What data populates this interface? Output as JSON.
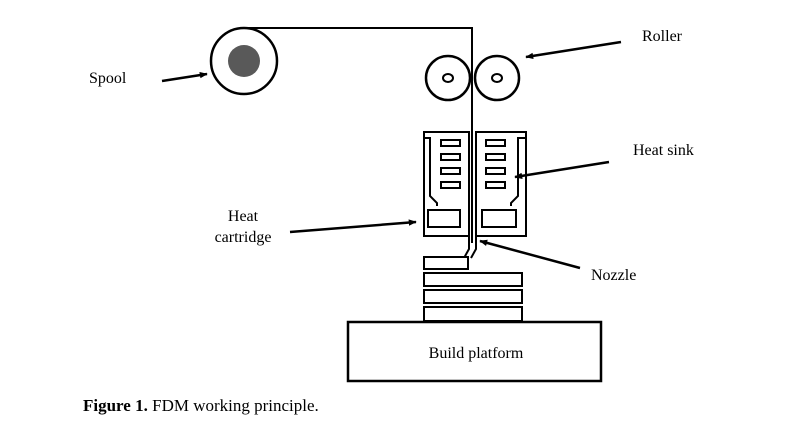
{
  "labels": {
    "spool": "Spool",
    "roller": "Roller",
    "heat_sink": "Heat sink",
    "heat_cartridge_line1": "Heat",
    "heat_cartridge_line2": "cartridge",
    "nozzle": "Nozzle",
    "build_platform": "Build platform"
  },
  "caption": {
    "prefix": "Figure 1.",
    "text": " FDM working principle."
  },
  "colors": {
    "stroke": "#000000",
    "spool_core": "#595959",
    "background": "#ffffff"
  }
}
